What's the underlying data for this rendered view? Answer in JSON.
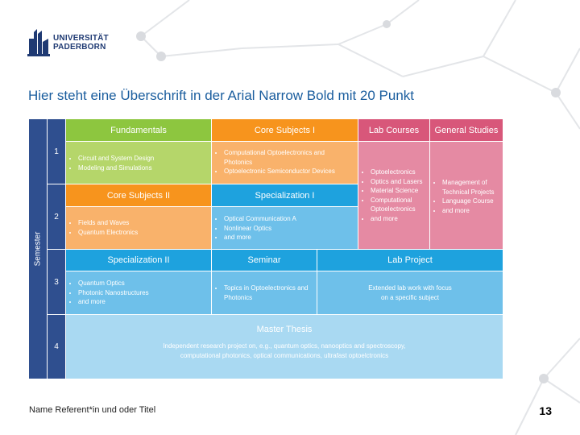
{
  "logo": {
    "line1": "UNIVERSITÄT",
    "line2": "PADERBORN"
  },
  "title": "Hier steht eine Überschrift in der Arial Narrow Bold mit 20 Punkt",
  "table": {
    "semester_label": "Semester",
    "rows": [
      "1",
      "2",
      "3",
      "4"
    ],
    "fundamentals": {
      "header": "Fundamentals",
      "items": [
        "Circuit and System Design",
        "Modeling and Simulations"
      ]
    },
    "core1": {
      "header": "Core Subjects I",
      "items": [
        "Computational Optoelectronics and Photonics",
        "Optoelectronic Semiconductor Devices"
      ]
    },
    "lab_courses": {
      "header": "Lab Courses",
      "items": [
        "Optoelectronics",
        "Optics and Lasers",
        "Material Science",
        "Computational Optoelectronics",
        "and more"
      ]
    },
    "general_studies": {
      "header": "General Studies",
      "items": [
        "Management of Technical Projects",
        "Language Course",
        "and more"
      ]
    },
    "core2": {
      "header": "Core Subjects II",
      "items": [
        "Fields and Waves",
        "Quantum Electronics"
      ]
    },
    "spec1": {
      "header": "Specialization I",
      "items": [
        "Optical Communication A",
        "Nonlinear Optics",
        "and more"
      ]
    },
    "spec2": {
      "header": "Specialization II",
      "items": [
        "Quantum Optics",
        "Photonic Nanostructures",
        "and more"
      ]
    },
    "seminar": {
      "header": "Seminar",
      "items": [
        "Topics in Optoelectronics and Photonics"
      ]
    },
    "lab_project": {
      "header": "Lab Project",
      "text": "Extended lab work with focus on a specific subject"
    },
    "master_thesis": {
      "header": "Master Thesis",
      "text": "Independent research project on, e.g., quantum optics, nanooptics and spectroscopy, computational photonics, optical communications, ultrafast optoelctronics"
    }
  },
  "footer": {
    "presenter": "Name Referent*in und oder Titel",
    "page": "13"
  },
  "colors": {
    "navy": "#2f4f8f",
    "green_header": "#8dc63f",
    "green_body": "#b5d66a",
    "orange_header": "#f7941d",
    "orange_body": "#f9b26b",
    "pink_header": "#d8577a",
    "pink_body": "#e58aa3",
    "blue_header": "#1ea2de",
    "blue_body": "#6ec0ea",
    "light_blue": "#a9d9f2",
    "text_blue": "#1a5d9e"
  }
}
